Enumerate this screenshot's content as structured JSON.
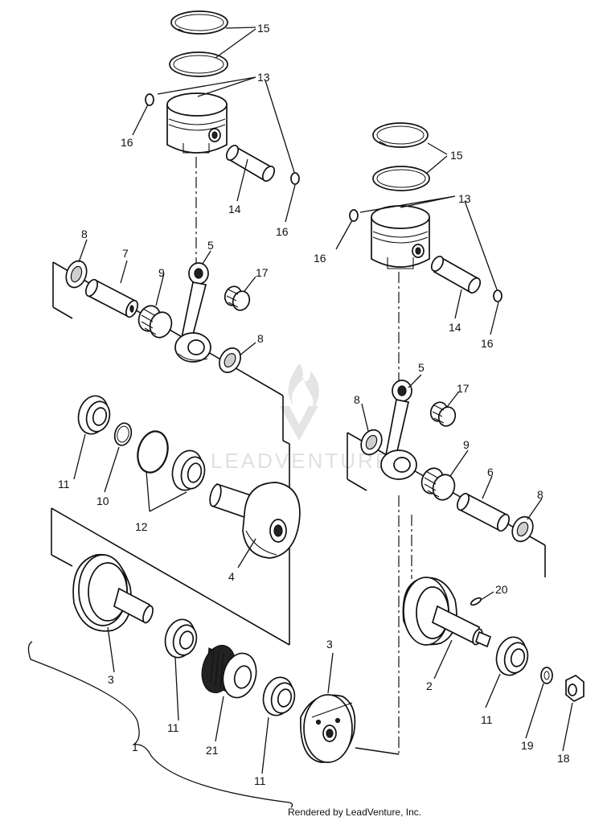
{
  "watermark": "LEADVENTURE",
  "footer": "Rendered by LeadVenture, Inc.",
  "callouts": {
    "c15a": "15",
    "c13a": "13",
    "c16a": "16",
    "c14a": "14",
    "c16b": "16",
    "c8a": "8",
    "c7": "7",
    "c9a": "9",
    "c5a": "5",
    "c17a": "17",
    "c8b": "8",
    "c11a": "11",
    "c10": "10",
    "c12": "12",
    "c4": "4",
    "c3a": "3",
    "c11b": "11",
    "c21": "21",
    "c11c": "11",
    "c3b": "3",
    "c1": "1",
    "c15b": "15",
    "c13b": "13",
    "c16c": "16",
    "c14b": "14",
    "c16d": "16",
    "c5b": "5",
    "c17b": "17",
    "c8c": "8",
    "c9b": "9",
    "c6": "6",
    "c8d": "8",
    "c20": "20",
    "c2": "2",
    "c11d": "11",
    "c19": "19",
    "c18": "18"
  }
}
